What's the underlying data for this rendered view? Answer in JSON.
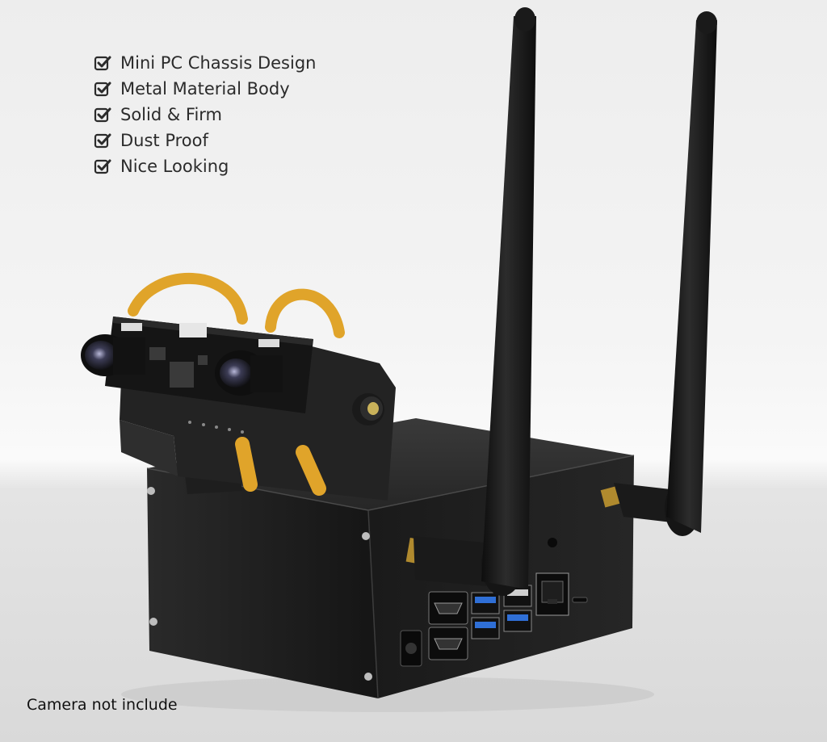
{
  "features": {
    "items": [
      {
        "label": "Mini PC Chassis Design"
      },
      {
        "label": "Metal Material Body"
      },
      {
        "label": "Solid & Firm"
      },
      {
        "label": "Dust Proof"
      },
      {
        "label": "Nice Looking"
      }
    ],
    "icon": "checkbox-check-icon"
  },
  "footnote": "Camera not include",
  "colors": {
    "chassis": "#1c1c1c",
    "ribbon_cable": "#e0a42a",
    "usb3_port": "#2f6fd6",
    "antenna": "#141414",
    "antenna_connector": "#b08a2e"
  }
}
